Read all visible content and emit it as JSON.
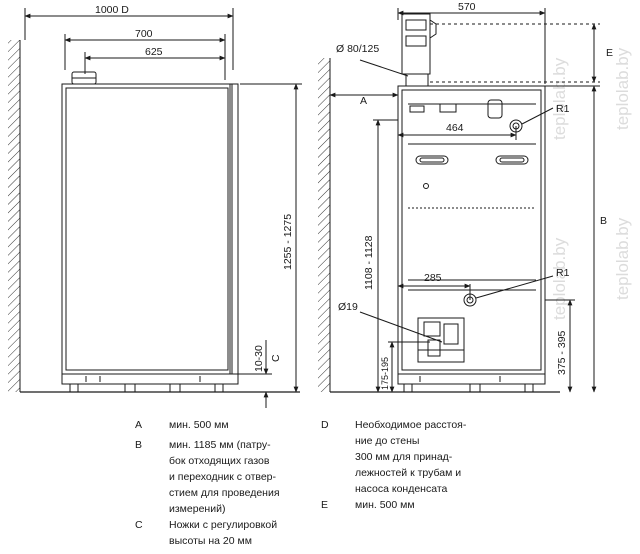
{
  "dimensions": {
    "width_overall": "1000 D",
    "width_700": "700",
    "width_625": "625",
    "height_1255_1275": "1255 - 1275",
    "feet_10_30": "10-30",
    "label_c": "C",
    "width_570": "570",
    "label_e": "E",
    "flue_diameter": "Ø 80/125",
    "label_a": "A",
    "dim_464": "464",
    "r1_top": "R1",
    "height_1108_1128": "1108 - 1128",
    "label_b": "B",
    "dim_285": "285",
    "r1_bottom": "R1",
    "pipe_diameter": "Ø19",
    "height_175_195": "175-195",
    "height_375_395": "375 - 395"
  },
  "legend_left": [
    {
      "key": "A",
      "lines": [
        "мин. 500 мм"
      ]
    },
    {
      "key": "B",
      "lines": [
        "мин. 1185 мм (патру-",
        "бок отходящих газов",
        "и переходник с отвер-",
        "стием для проведения",
        "измерений)"
      ]
    },
    {
      "key": "C",
      "lines": [
        "Ножки с регулировкой",
        "высоты на 20 мм"
      ]
    }
  ],
  "legend_right": [
    {
      "key": "D",
      "lines": [
        "Необходимое расстоя-",
        "ние до стены",
        "300 мм для принад-",
        "лежностей к трубам и",
        "насоса конденсата"
      ]
    },
    {
      "key": "E",
      "lines": [
        "мин. 500 мм"
      ]
    }
  ],
  "watermark": "teplolab.by"
}
